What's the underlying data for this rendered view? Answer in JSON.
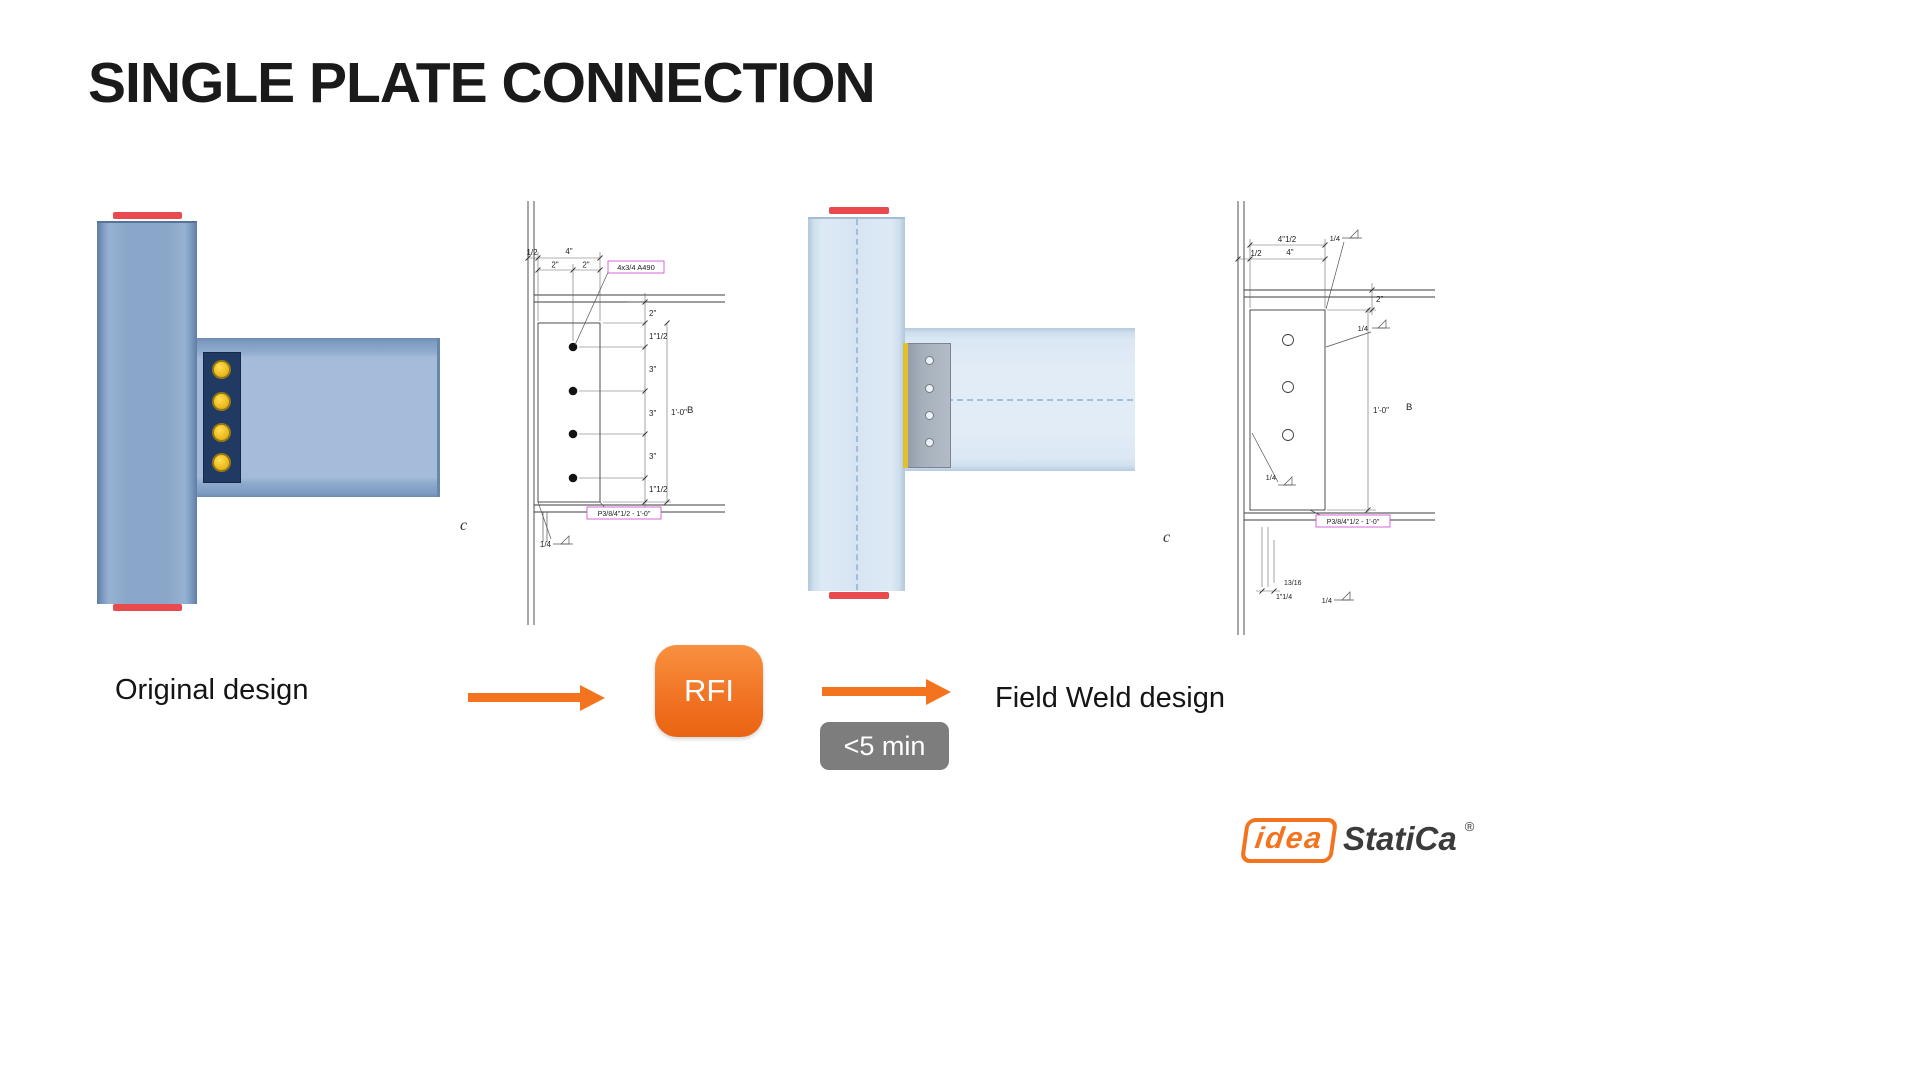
{
  "title": "SINGLE PLATE CONNECTION",
  "flow": {
    "original_label": "Original design",
    "rfi_label": "RFI",
    "time_label": "<5 min",
    "field_label": "Field Weld design"
  },
  "logo": {
    "idea": "idea",
    "statica": "StatiCa",
    "reg": "®"
  },
  "colors": {
    "accent_orange": "#F4731F",
    "badge_gray": "#7D7D7D",
    "magenta": "#CC44CC",
    "steel_blue": "#8AA7C9",
    "light_steel": "#DDE9F5",
    "plate_navy": "#203A64",
    "bolt_yellow": "#EEBD24",
    "weld_yellow": "#E2C02C",
    "support_red": "#E84A4E"
  },
  "drawing1": {
    "section_label": "c",
    "bolt_note": "4x3/4 A490",
    "plate_note": "P3/8/4\"1/2 - 1'-0\"",
    "dim_half": "1/2",
    "dim_four": "4\"",
    "dim_two_a": "2\"",
    "dim_two_b": "2\"",
    "dim_right_two": "2\"",
    "dim_right_1half_top": "1\"1/2",
    "dim_right_three_a": "3\"",
    "dim_right_three_b": "3\"",
    "dim_right_three_c": "3\"",
    "dim_right_1half_bot": "1\"1/2",
    "dim_overall": "1'-0\"",
    "view_b": "B",
    "weld_size": "1/4"
  },
  "drawing2": {
    "section_label": "c",
    "plate_note": "P3/8/4\"1/2 - 1'-0\"",
    "dim_top_width": "4\"1/2",
    "dim_half": "1/2",
    "dim_four": "4\"",
    "dim_right_two": "2\"",
    "dim_overall": "1'-0\"",
    "view_b": "B",
    "weld_top": "1/4",
    "weld_right": "1/4",
    "weld_plate": "1/4",
    "weld_bottom": "1/4",
    "dim_hole": "13/16",
    "dim_edge": "1\"1/4"
  }
}
